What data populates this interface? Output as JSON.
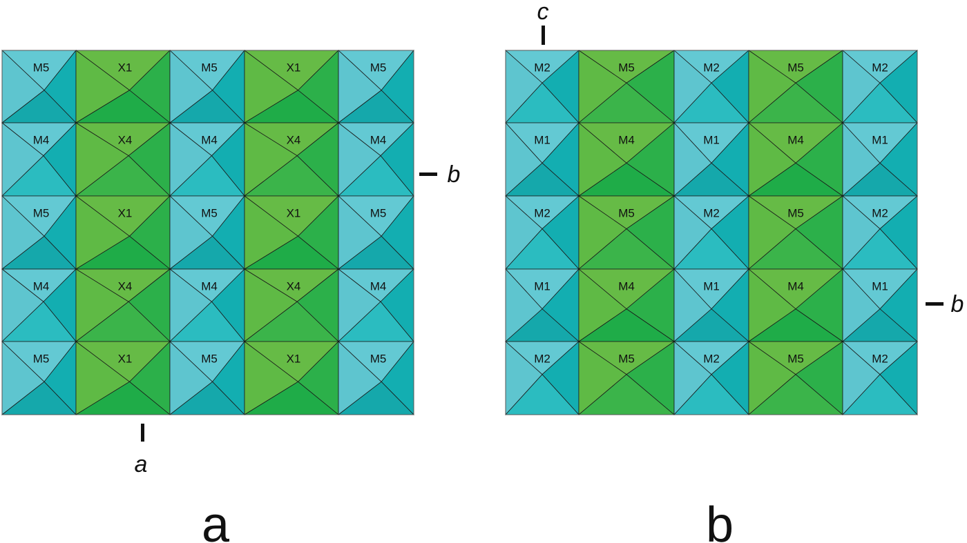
{
  "panels": [
    {
      "label": "a",
      "grid": [
        [
          "M5",
          "X1",
          "M5",
          "X1",
          "M5"
        ],
        [
          "M4",
          "X4",
          "M4",
          "X4",
          "M4"
        ],
        [
          "M5",
          "X1",
          "M5",
          "X1",
          "M5"
        ],
        [
          "M4",
          "X4",
          "M4",
          "X4",
          "M4"
        ],
        [
          "M5",
          "X1",
          "M5",
          "X1",
          "M5"
        ]
      ],
      "axes": [
        "a",
        "b"
      ]
    },
    {
      "label": "b",
      "grid": [
        [
          "M2",
          "M5",
          "M2",
          "M5",
          "M2"
        ],
        [
          "M1",
          "M4",
          "M1",
          "M4",
          "M1"
        ],
        [
          "M2",
          "M5",
          "M2",
          "M5",
          "M2"
        ],
        [
          "M1",
          "M4",
          "M1",
          "M4",
          "M1"
        ],
        [
          "M2",
          "M5",
          "M2",
          "M5",
          "M2"
        ]
      ],
      "axes": [
        "c",
        "b"
      ]
    }
  ],
  "colors": {
    "cyan": {
      "top": "#63c9d3",
      "left": "#5ec5cf",
      "right": "#13aeb1",
      "bottom_dark": "#15a8ab",
      "bottom_light": "#2bbcc0"
    },
    "green": {
      "top": "#66bb46",
      "left": "#5fba45",
      "right": "#2cb04a",
      "bottom_dark": "#1fac48",
      "bottom_light": "#3bb44a"
    }
  }
}
